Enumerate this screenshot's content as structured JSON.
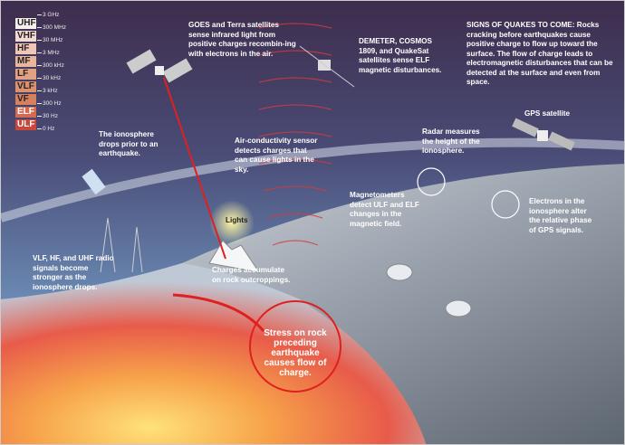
{
  "spectrum": {
    "bands": [
      {
        "label": "UHF",
        "color": "#f7f1ee",
        "text": "#222"
      },
      {
        "label": "VHF",
        "color": "#f3d9cf",
        "text": "#222"
      },
      {
        "label": "HF",
        "color": "#efc6b5",
        "text": "#222"
      },
      {
        "label": "MF",
        "color": "#e9b59d",
        "text": "#222"
      },
      {
        "label": "LF",
        "color": "#e3a183",
        "text": "#222"
      },
      {
        "label": "VLF",
        "color": "#dc916e",
        "text": "#222"
      },
      {
        "label": "VF",
        "color": "#d68060",
        "text": "#222"
      },
      {
        "label": "ELF",
        "color": "#d5694f",
        "text": "#fff"
      },
      {
        "label": "ULF",
        "color": "#c8463a",
        "text": "#fff"
      }
    ],
    "frequencies": [
      "3 GHz",
      "300 MHz",
      "30 MHz",
      "3 MHz",
      "300 kHz",
      "30 kHz",
      "3 kHz",
      "300 Hz",
      "30 Hz",
      "0 Hz"
    ]
  },
  "intro": {
    "heading": "SIGNS OF QUAKES TO COME:",
    "body": "Rocks cracking before earthquakes cause positive charge to flow up toward the surface. The flow of charge leads to electromagnetic disturbances that can be detected at the surface and even from space."
  },
  "labels": {
    "goes": "GOES and Terra satellites sense infrared light from positive charges recombin-ing with electrons in the air.",
    "demeter": "DEMETER, COSMOS 1809, and QuakeSat satellites sense ELF magnetic disturbances.",
    "ionosphere_drop": "The ionosphere drops prior to an earthquake.",
    "air": "Air-conductivity sensor detects charges that can cause lights in the sky.",
    "radar": "Radar measures the height of the ionosphere.",
    "gps_sat": "GPS satellite",
    "lights": "Lights",
    "magnetometers": "Magnetometers detect ULF and ELF changes in the magnetic field.",
    "electrons": "Electrons in the ionosphere alter the relative phase of GPS signals.",
    "radio": "VLF, HF, and UHF radio signals become stronger as the ionosphere drops.",
    "charges": "Charges accumulate on rock outcroppings.",
    "stress": "Stress on rock preceding earthquake causes flow of charge."
  }
}
